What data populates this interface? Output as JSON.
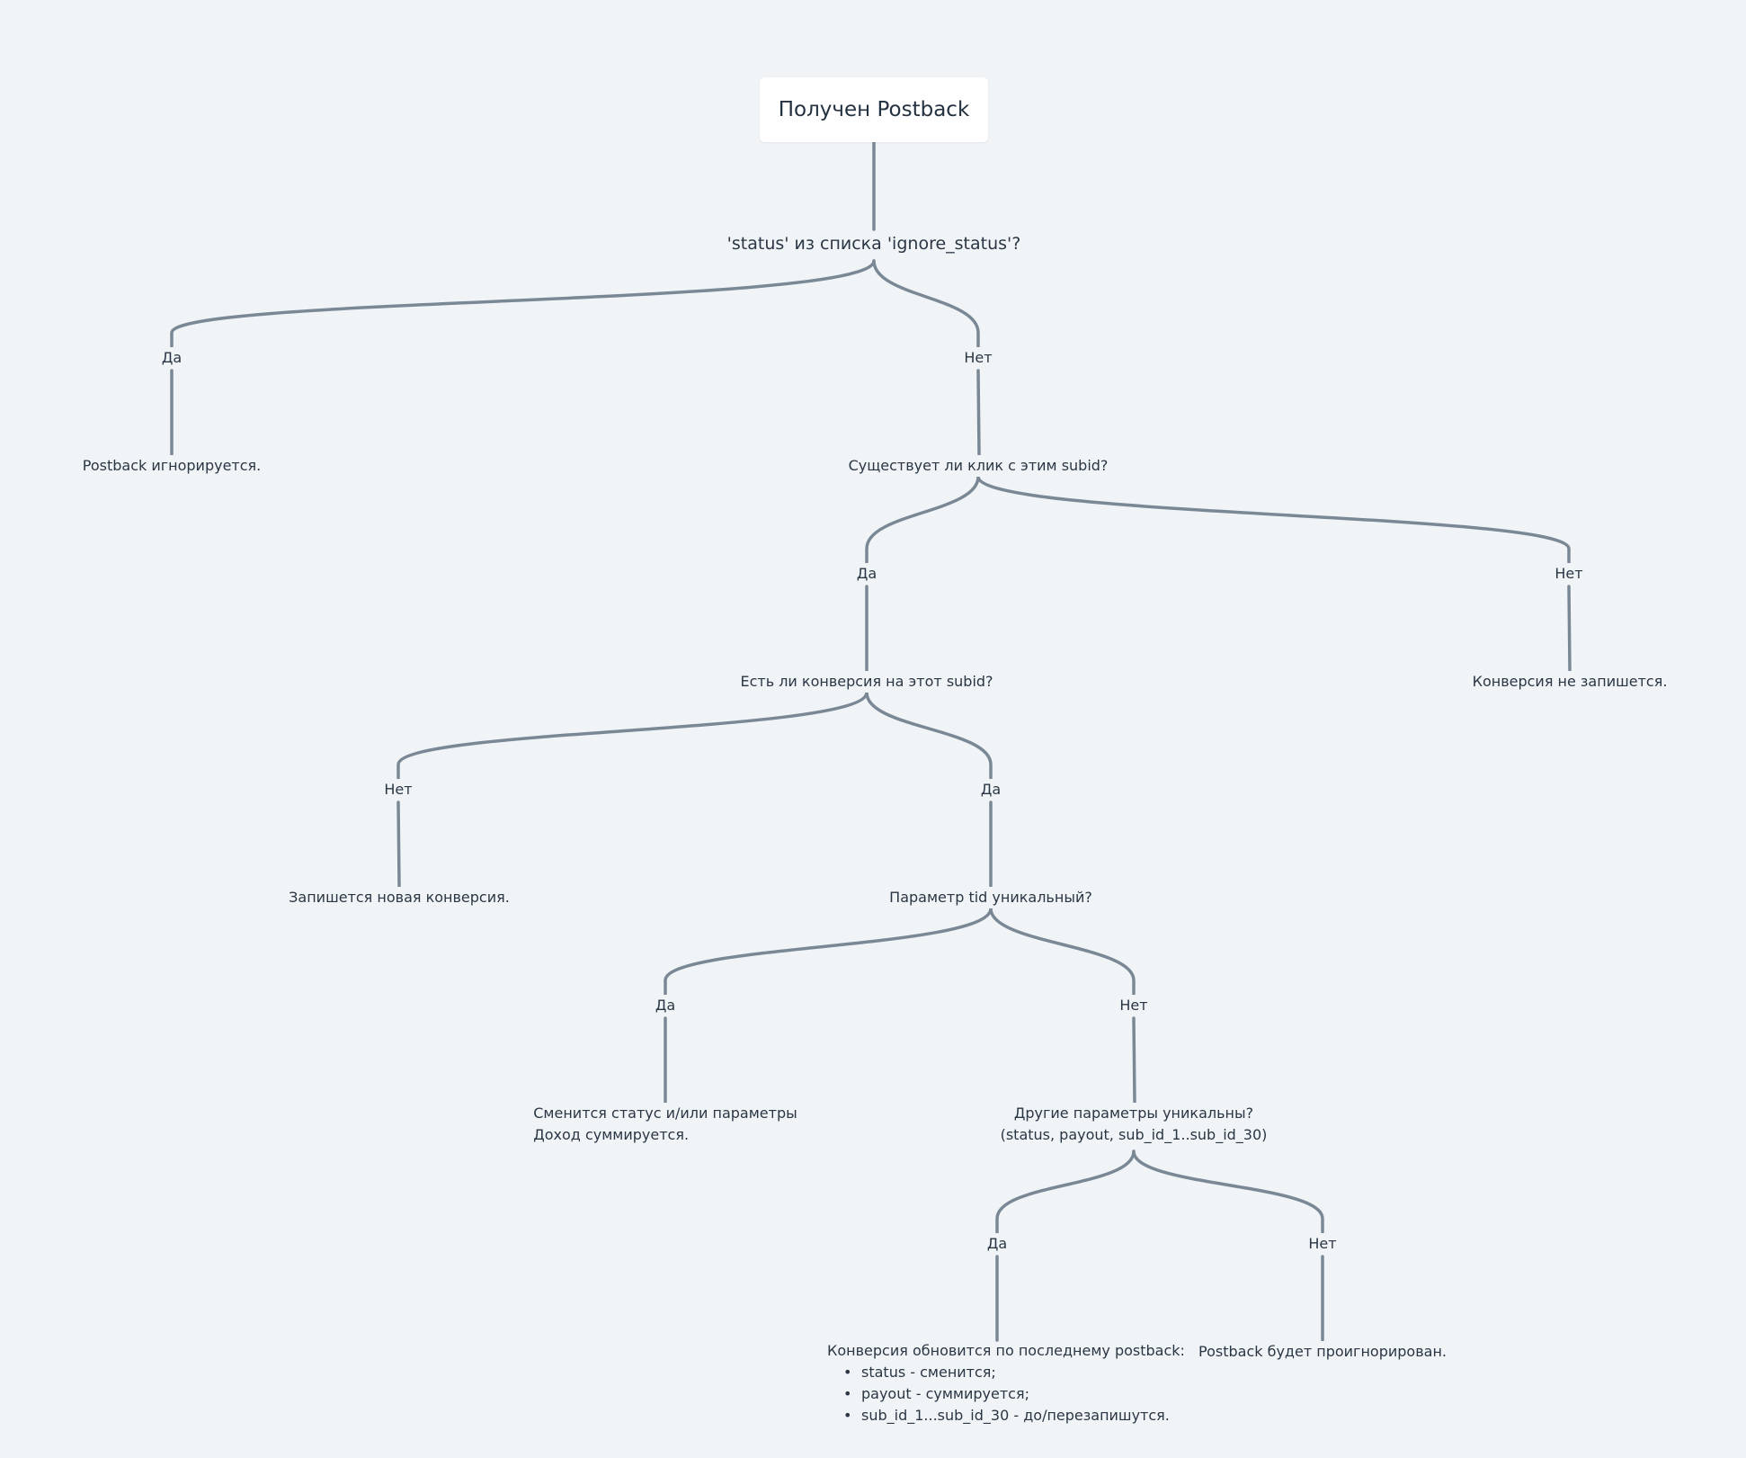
{
  "diagram": {
    "root": "Получен Postback",
    "q_ignore_status": "'status' из списка 'ignore_status'?",
    "a_yes_1": "Да",
    "a_no_1": "Нет",
    "r_ignored": "Postback игнорируется.",
    "q_click_exists": "Существует ли клик с этим subid?",
    "a_yes_2": "Да",
    "a_no_2": "Нет",
    "r_no_conversion": "Конверсия не запишется.",
    "q_conversion_exists": "Есть ли конверсия на этот subid?",
    "a_no_3": "Нет",
    "a_yes_3": "Да",
    "r_new_conversion": "Запишется новая конверсия.",
    "q_tid_unique": "Параметр tid уникальный?",
    "a_yes_4": "Да",
    "a_no_4": "Нет",
    "r_status_changed": [
      "Сменится статус и/или параметры",
      "Доход суммируется."
    ],
    "q_other_unique": [
      "Другие параметры уникальны?",
      "(status, payout, sub_id_1..sub_id_30)"
    ],
    "a_yes_5": "Да",
    "a_no_5": "Нет",
    "r_update_title": "Конверсия обновится по последнему postback:",
    "r_update_items": [
      "status  - сменится;",
      " payout - суммируется;",
      "sub_id_1...sub_id_30 - до/перезапишутся."
    ],
    "r_postback_ignored": "Postback будет проигнорирован."
  },
  "colors": {
    "background": "#f1f4f7",
    "connector": "#7a8896",
    "text": "#2a3644",
    "root_box": "#ffffff"
  }
}
